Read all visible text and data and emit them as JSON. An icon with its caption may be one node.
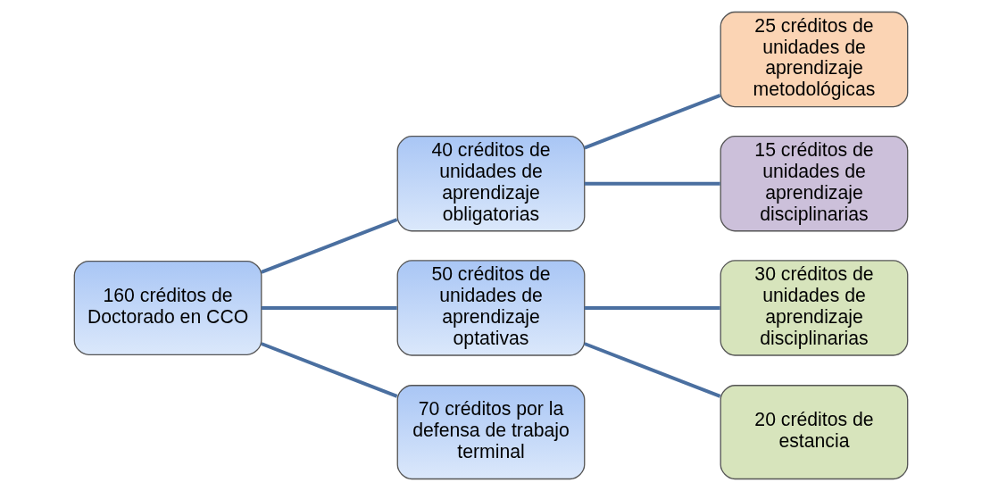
{
  "diagram": {
    "nodes": [
      {
        "text": [
          "160 créditos de Doctorado en CCO"
        ]
      },
      {
        "text": [
          "40 créditos de unidades de aprendizaje obligatorias"
        ]
      },
      {
        "text": [
          "50 créditos de unidades de aprendizaje optativas"
        ]
      },
      {
        "text": [
          "70 créditos por la defensa de trabajo terminal"
        ]
      },
      {
        "text": [
          "25 créditos de unidades de aprendizaje metodológicas"
        ]
      },
      {
        "text": [
          "15 créditos de unidades de aprendizaje disciplinarias"
        ]
      },
      {
        "text": [
          "30 créditos de unidades de aprendizaje disciplinarias"
        ]
      },
      {
        "text": [
          "20 créditos de estancia"
        ]
      }
    ],
    "edges": [
      {
        "from": 0,
        "to": 1,
        "arrow": "none"
      },
      {
        "from": 0,
        "to": 2,
        "arrow": "none"
      },
      {
        "from": 0,
        "to": 3,
        "arrow": "none"
      },
      {
        "from": 1,
        "to": 4,
        "arrow": "none"
      },
      {
        "from": 1,
        "to": 5,
        "arrow": "none"
      },
      {
        "from": 2,
        "to": 6,
        "arrow": "none"
      },
      {
        "from": 2,
        "to": 7,
        "arrow": "none"
      }
    ]
  }
}
